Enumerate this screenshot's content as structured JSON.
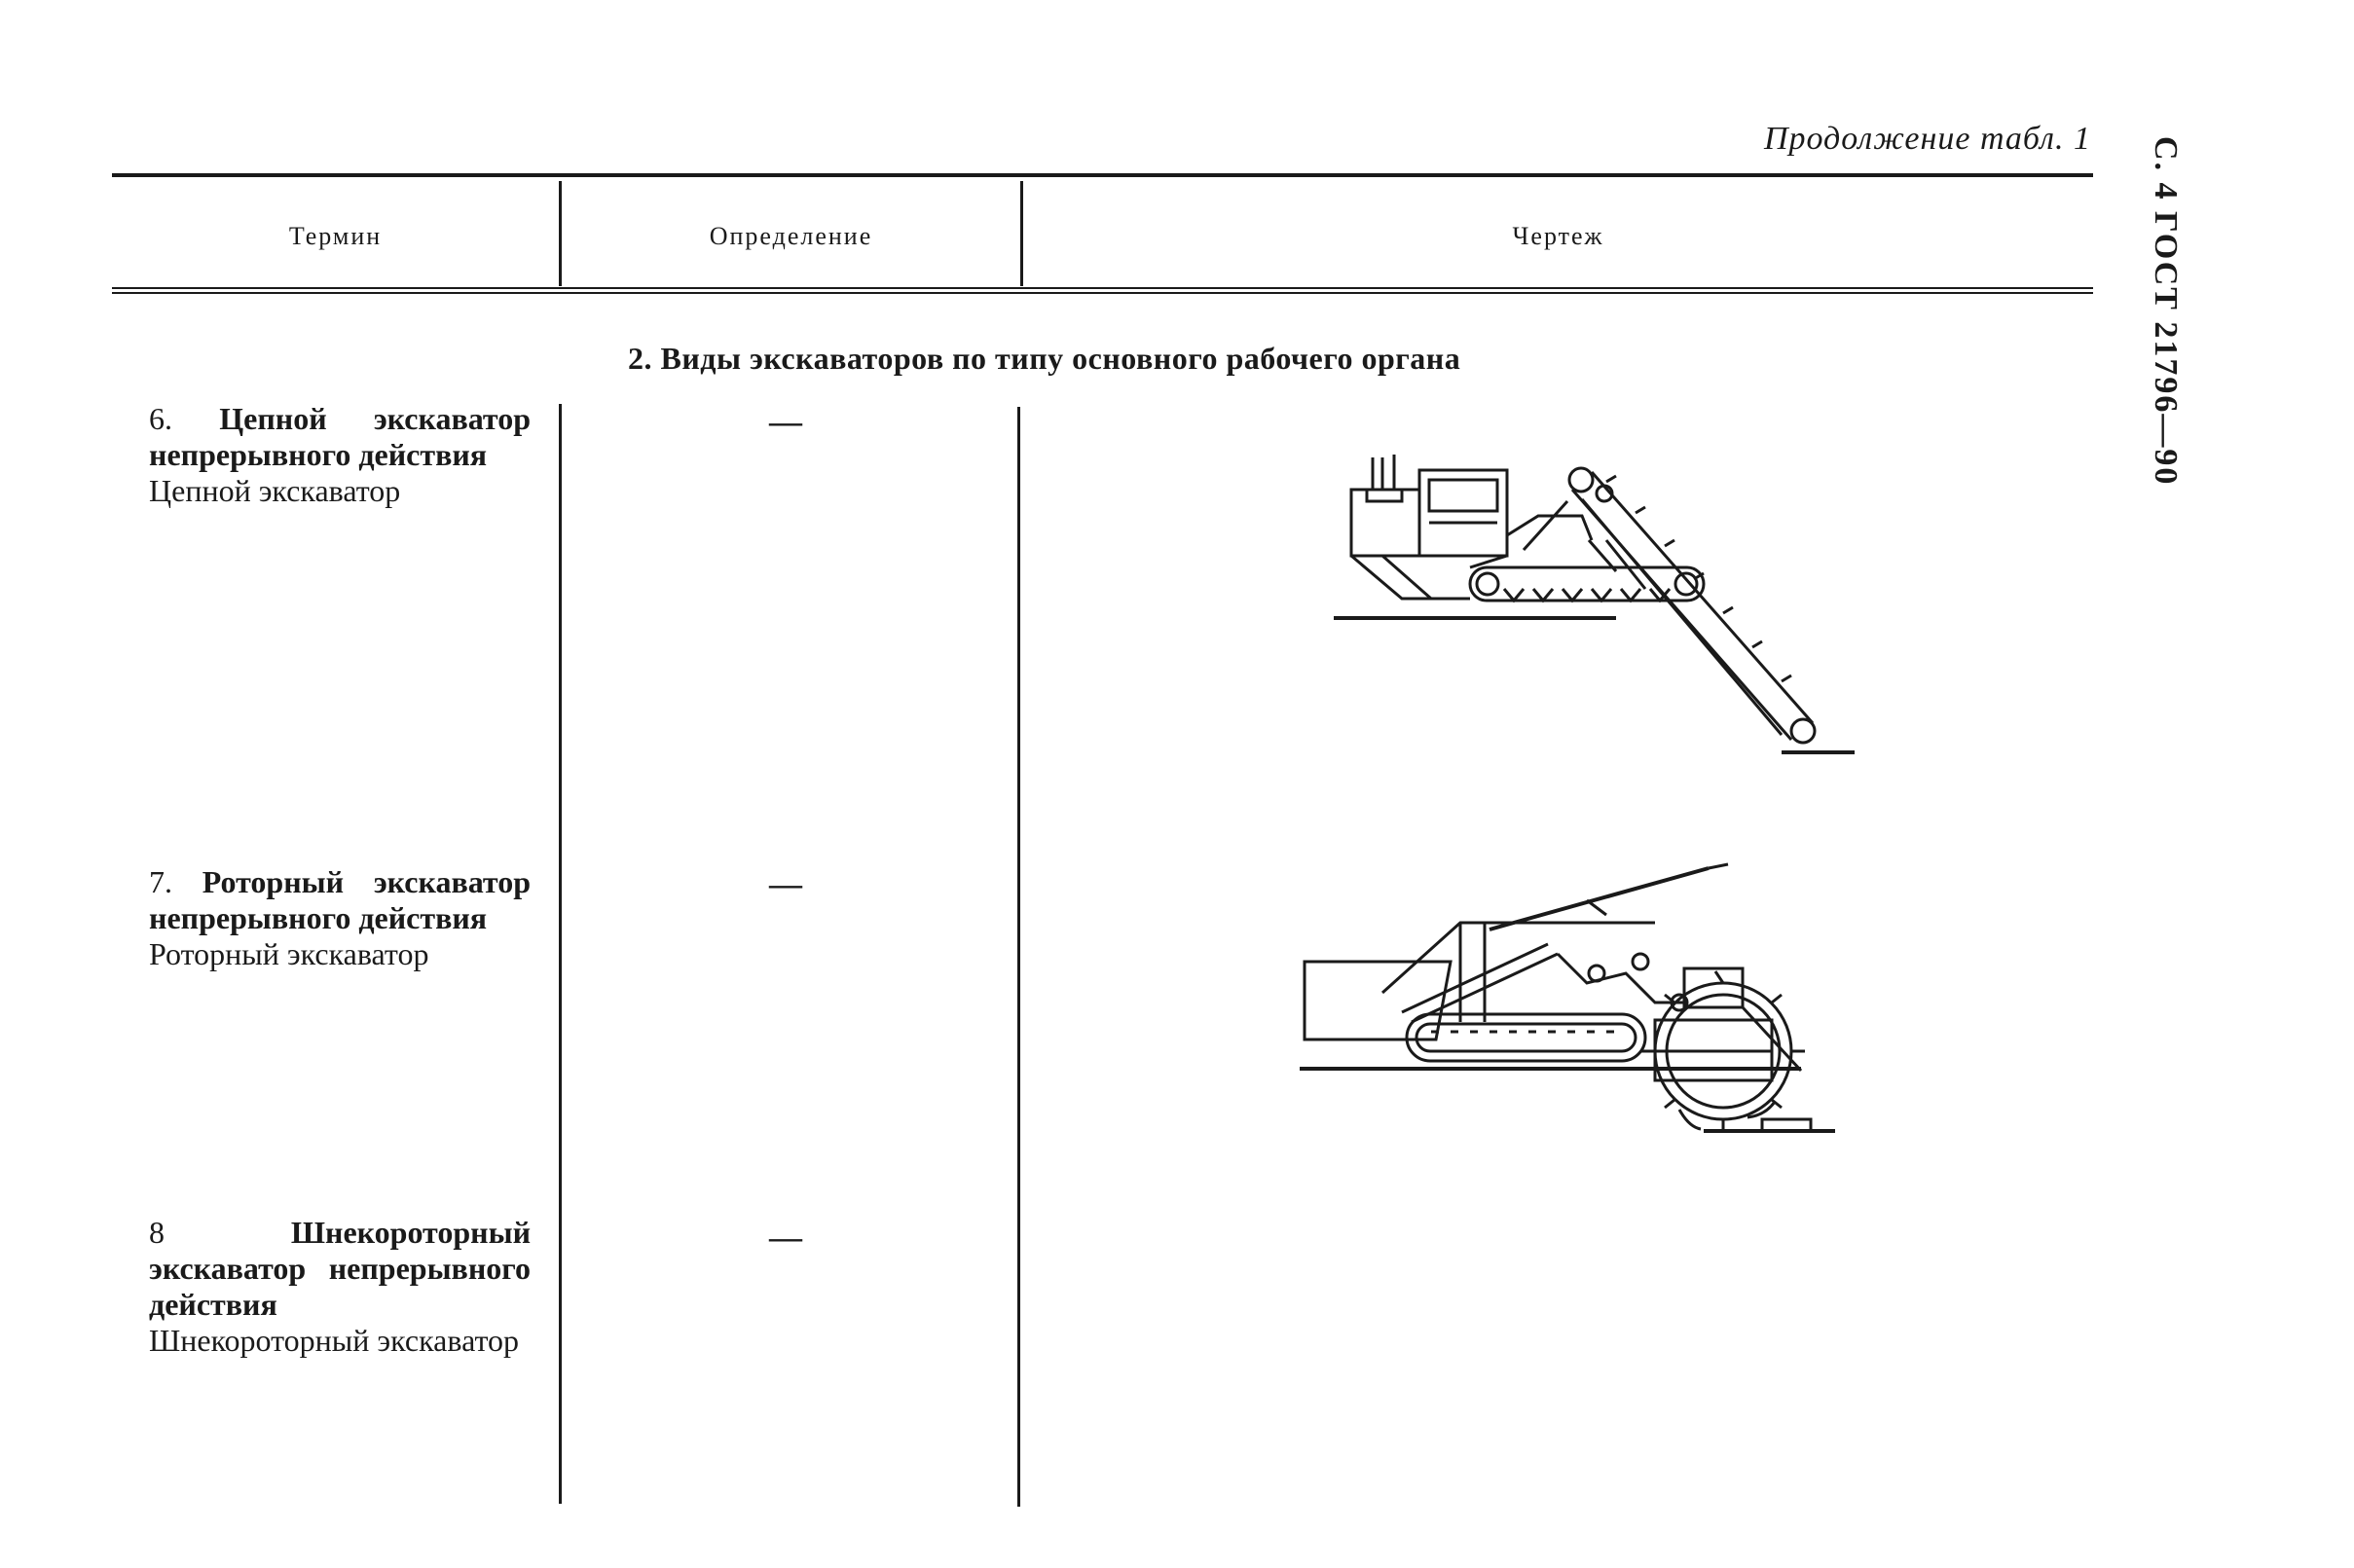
{
  "header": {
    "continuation": "Продолжение табл. 1",
    "side_label": "С. 4 ГОСТ 21796—90"
  },
  "table": {
    "columns": [
      "Термин",
      "Определение",
      "Чертеж"
    ],
    "section_title": "2. Виды экскаваторов по типу основного рабочего органа",
    "rows": [
      {
        "number": "6.",
        "term_bold": "Цепной экскаватор непрерывного действия",
        "synonym": "Цепной экскаватор",
        "definition": "—",
        "drawing": "chain-excavator-drawing"
      },
      {
        "number": "7.",
        "term_bold": "Роторный экскаватор непрерывного действия",
        "synonym": "Роторный экскаватор",
        "definition": "—",
        "drawing": "rotary-excavator-drawing"
      },
      {
        "number": "8",
        "term_bold": "Шнекороторный экскаватор непрерывного действия",
        "synonym": "Шнекороторный экскаватор",
        "definition": "—",
        "drawing": ""
      }
    ]
  }
}
